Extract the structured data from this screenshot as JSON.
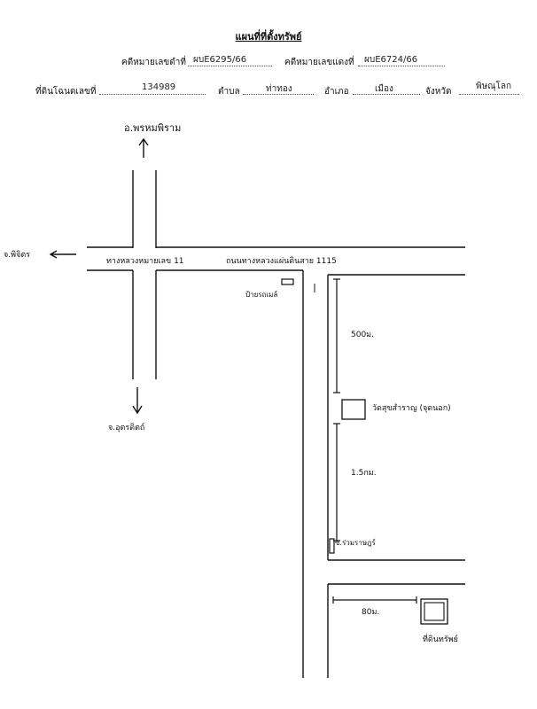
{
  "header": {
    "title": "แผนที่ที่ตั้งทรัพย์",
    "black_case_label": "คดีหมายเลขดำที่",
    "black_case_value": "ผบE6295/66",
    "red_case_label": "คดีหมายเลขแดงที่",
    "red_case_value": "ผบE6724/66",
    "deed_label": "ที่ดินโฉนดเลขที่",
    "deed_value": "134989",
    "subdistrict_label": "ตำบล",
    "subdistrict_value": "ท่าทอง",
    "district_label": "อำเภอ",
    "district_value": "เมือง",
    "province_label": "จังหวัด",
    "province_value": "พิษณุโลก"
  },
  "map": {
    "north_direction": "อ.พรหมพิราม",
    "west_direction": "จ.พิจิตร",
    "south_direction": "จ.อุตรดิตถ์",
    "highway_label": "ทางหลวงหมายเลข 11",
    "road_label": "ถนนทางหลวงแผ่นดินสาย 1115",
    "station_label": "ป้ายรถเมล์",
    "temple_label": "วัดสุขสำราญ (จุดนอก)",
    "distance_1": "500ม.",
    "distance_2": "1.5กม.",
    "junction_label": "ซ.ร่วมราษฎร์",
    "distance_3": "80ม.",
    "property_label": "ที่ดินทรัพย์"
  }
}
